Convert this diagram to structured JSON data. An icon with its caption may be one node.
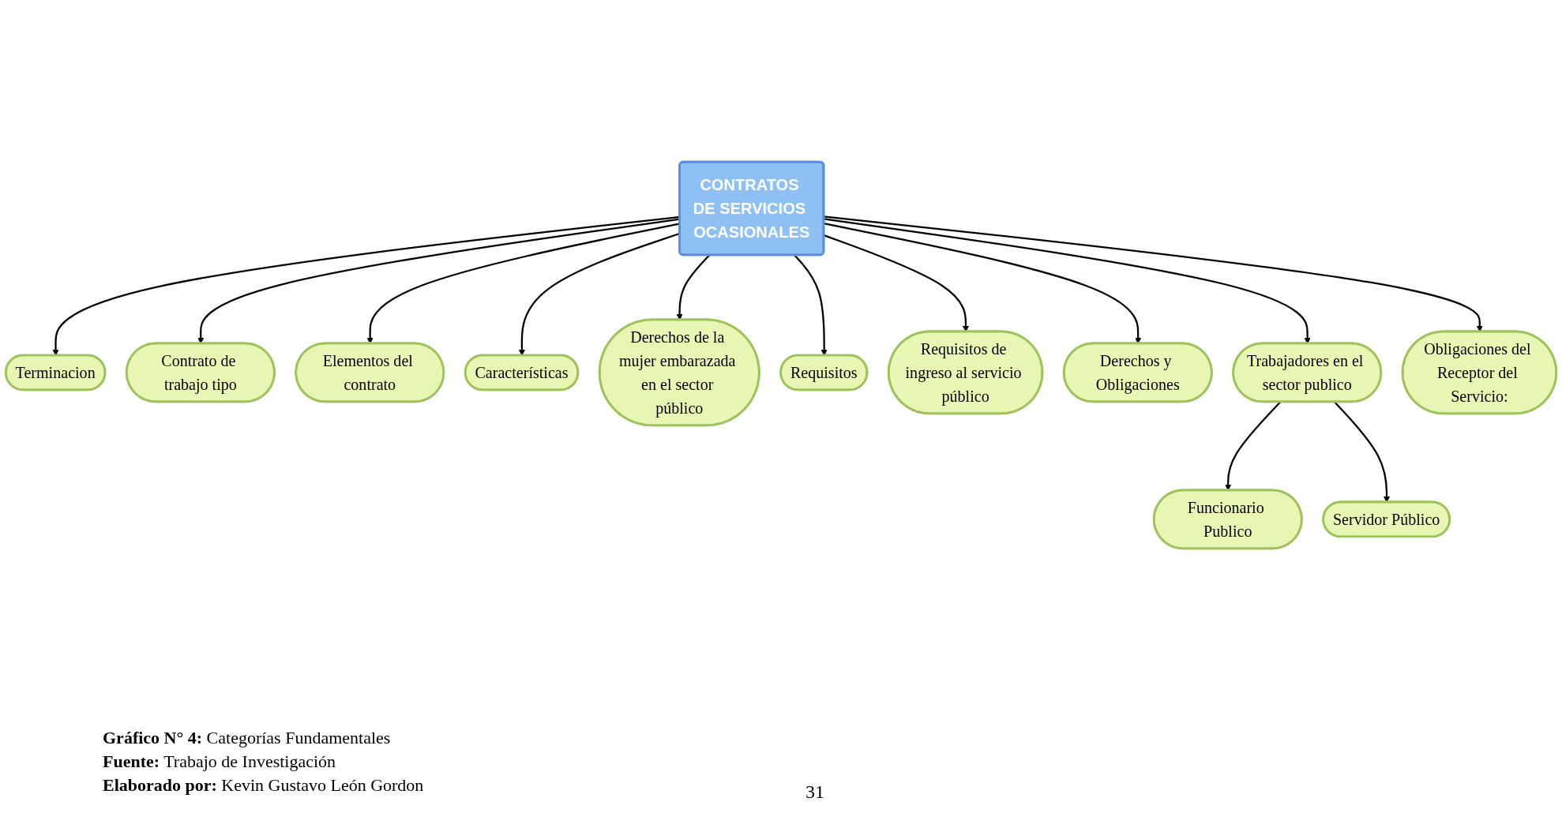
{
  "diagram": {
    "nodes": [
      {
        "text": [
          "CONTRATOS DE SERVICIOS OCASIONALES"
        ]
      },
      {
        "text": [
          "Terminacion"
        ]
      },
      {
        "text": [
          "Contrato de trabajo tipo"
        ]
      },
      {
        "text": [
          "Elementos del contrato"
        ]
      },
      {
        "text": [
          "Características"
        ]
      },
      {
        "text": [
          "Derechos de la mujer embarazada en el sector público"
        ]
      },
      {
        "text": [
          "Requisitos"
        ]
      },
      {
        "text": [
          "Requisitos de ingreso al servicio público"
        ]
      },
      {
        "text": [
          "Derechos y Obligaciones"
        ]
      },
      {
        "text": [
          "Trabajadores en el sector publico"
        ]
      },
      {
        "text": [
          "Obligaciones del Receptor del Servicio:"
        ]
      },
      {
        "text": [
          "Funcionario Publico"
        ]
      },
      {
        "text": [
          "Servidor Público"
        ]
      }
    ],
    "edges": [
      {
        "from": 0,
        "to": 1,
        "arrow": "to"
      },
      {
        "from": 0,
        "to": 2,
        "arrow": "to"
      },
      {
        "from": 0,
        "to": 3,
        "arrow": "to"
      },
      {
        "from": 0,
        "to": 4,
        "arrow": "to"
      },
      {
        "from": 0,
        "to": 5,
        "arrow": "to"
      },
      {
        "from": 0,
        "to": 6,
        "arrow": "to"
      },
      {
        "from": 0,
        "to": 7,
        "arrow": "to"
      },
      {
        "from": 0,
        "to": 8,
        "arrow": "to"
      },
      {
        "from": 0,
        "to": 9,
        "arrow": "to"
      },
      {
        "from": 0,
        "to": 10,
        "arrow": "to"
      },
      {
        "from": 9,
        "to": 11,
        "arrow": "to"
      },
      {
        "from": 9,
        "to": 12,
        "arrow": "to"
      }
    ],
    "labels": [
      "**Gráfico N° 4:** Categorías Fundamentales",
      "**Fuente:** Trabajo de Investigación",
      "**Elaborado por:** Kevin Gustavo León Gordon",
      "31"
    ]
  }
}
